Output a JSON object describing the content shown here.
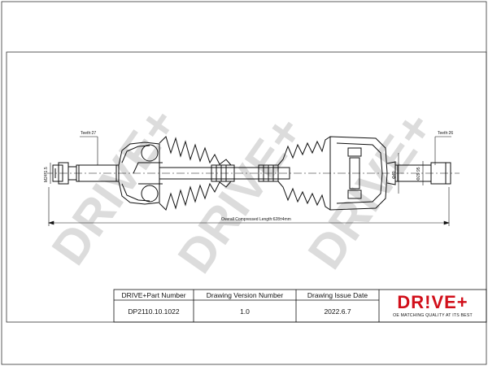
{
  "drawing": {
    "left_teeth_label": "Teeth:27",
    "right_teeth_label": "Teeth:26",
    "left_thread_label": "M24*1.5",
    "right_dim_label_1": "Φ40",
    "right_dim_label_2": "Φ29.95",
    "overall_length_label": "Overall Compressed Length:628±4mm",
    "watermark_text": "DRIVE+"
  },
  "title_block": {
    "headers": [
      "DRIVE+Part Number",
      "Drawing Version Number",
      "Drawing Issue Date"
    ],
    "values": [
      "DP2110.10.1022",
      "1.0",
      "2022.6.7"
    ],
    "brand_name": "DR!VE+",
    "brand_slogan": "OE MATCHING QUALITY AT ITS BEST"
  },
  "colors": {
    "line": "#111111",
    "watermark": "#d9d9d9",
    "brand": "#d10f1a"
  }
}
